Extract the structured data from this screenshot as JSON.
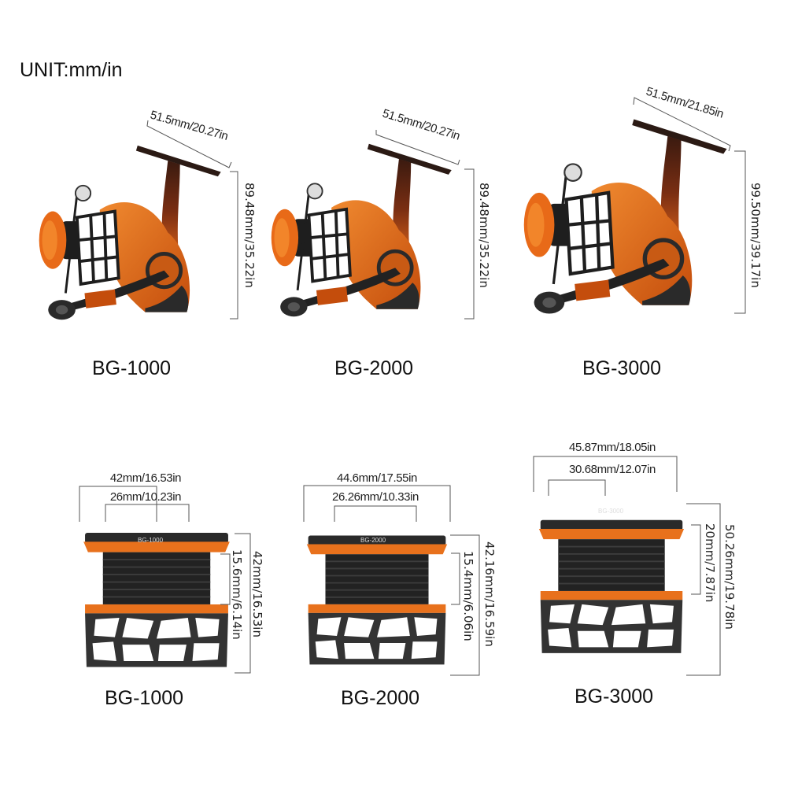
{
  "unit_label": "UNIT:mm/in",
  "reels": [
    {
      "model": "BG-1000",
      "handle_width": "51.5mm/20.27in",
      "height": "89.48mm/35.22in"
    },
    {
      "model": "BG-2000",
      "handle_width": "51.5mm/20.27in",
      "height": "89.48mm/35.22in"
    },
    {
      "model": "BG-3000",
      "handle_width": "51.5mm/21.85in",
      "height": "99.50mm/39.17in"
    }
  ],
  "spools": [
    {
      "model": "BG-1000",
      "outer_diameter": "42mm/16.53in",
      "inner_diameter": "26mm/10.23in",
      "height": "42mm/16.53in",
      "line_depth": "15.6mm/6.14in",
      "rim_text": "BG-1000"
    },
    {
      "model": "BG-2000",
      "outer_diameter": "44.6mm/17.55in",
      "inner_diameter": "26.26mm/10.33in",
      "height": "42.16mm/16.59in",
      "line_depth": "15.4mm/6.06in",
      "rim_text": "BG-2000"
    },
    {
      "model": "BG-3000",
      "outer_diameter": "45.87mm/18.05in",
      "inner_diameter": "30.68mm/12.07in",
      "height": "50.26mm/19.78in",
      "line_depth": "20mm/7.87in",
      "rim_text": "BG-3000"
    }
  ],
  "colors": {
    "accent": "#e8711c",
    "dark": "#2a2a2a",
    "brown": "#5a2a14"
  }
}
